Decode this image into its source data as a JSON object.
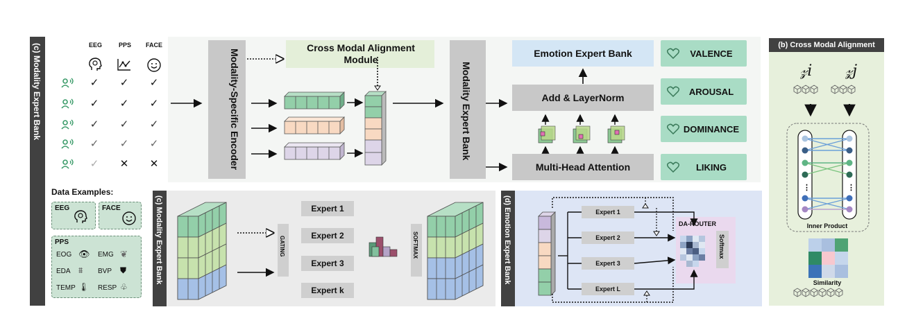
{
  "left_panel": {
    "title": "(c) Modality Expert Bank",
    "modalities": [
      "EEG",
      "PPS",
      "FACE"
    ],
    "rows": [
      [
        "✓",
        "✓",
        "✓"
      ],
      [
        "✓",
        "✓",
        "✓"
      ],
      [
        "✓",
        "✓",
        "✓"
      ],
      [
        "✓",
        "✓",
        "✓"
      ],
      [
        "✓",
        "✕",
        "✕"
      ]
    ],
    "data_examples_title": "Data Examples:",
    "eeg_label": "EEG",
    "face_label": "FACE",
    "pps_label": "PPS",
    "pps_signals": [
      "EOG",
      "EMG",
      "EDA",
      "BVP",
      "TEMP",
      "RESP"
    ]
  },
  "main": {
    "encoder_label": "Modality-Specific Encoder",
    "cma_label": "Cross Modal Alignment Module",
    "meb_label": "Modality Expert Bank",
    "emotion_bank_label": "Emotion Expert Bank",
    "add_norm_label": "Add & LayerNorm",
    "mha_label": "Multi-Head Attention",
    "emotions": [
      "VALENCE",
      "AROUSAL",
      "DOMINANCE",
      "LIKING"
    ]
  },
  "bottom_c": {
    "title": "(c) Modality Expert Bank",
    "gating": "GATING",
    "softmax": "SOFTMAX",
    "experts": [
      "Expert 1",
      "Expert 2",
      "Expert 3",
      "Expert k"
    ]
  },
  "bottom_d": {
    "title": "(d) Emotion Expert Bank",
    "experts": [
      "Expert 1",
      "Expert 2",
      "Expert 3",
      "Expert L"
    ],
    "router": "DA-ROUTER",
    "softmax": "Softmax"
  },
  "right_panel": {
    "title": "(b) Cross Modal Alignment",
    "zi": "𝓏i",
    "zj": "𝓏j",
    "inner_product": "Inner Product",
    "similarity": "Similarity"
  },
  "colors": {
    "green": "#93cfa9",
    "peach": "#f8d9c2",
    "lavender": "#ddd5e8",
    "blue": "#a5c0e6",
    "mint": "#a9dcc5"
  }
}
